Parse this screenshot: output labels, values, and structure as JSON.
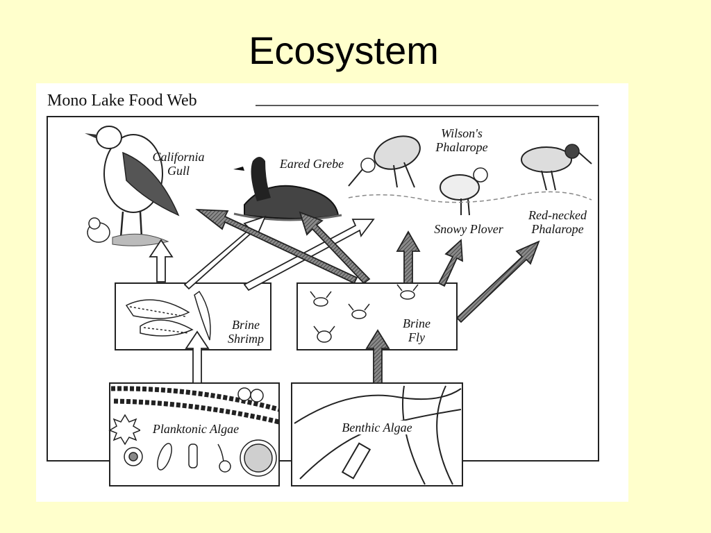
{
  "slide": {
    "title": "Ecosystem"
  },
  "figure": {
    "title": "Mono Lake Food Web",
    "organisms": {
      "california_gull": [
        "California",
        "Gull"
      ],
      "eared_grebe": "Eared Grebe",
      "wilsons_phalarope": [
        "Wilson's",
        "Phalarope"
      ],
      "snowy_plover": "Snowy Plover",
      "red_necked_phalarope": [
        "Red-necked",
        "Phalarope"
      ],
      "brine_shrimp": [
        "Brine",
        "Shrimp"
      ],
      "brine_fly": [
        "Brine",
        "Fly"
      ],
      "planktonic_algae": "Planktonic Algae",
      "benthic_algae": "Benthic Algae"
    }
  }
}
